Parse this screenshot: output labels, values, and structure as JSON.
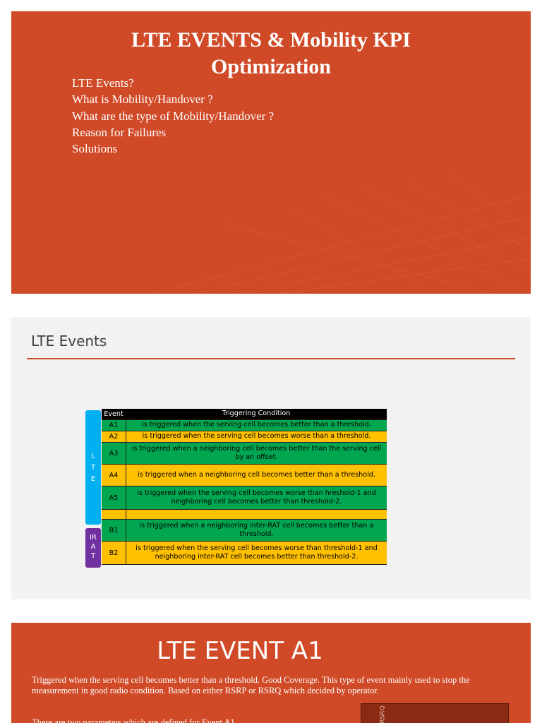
{
  "slide1": {
    "title_line1": "LTE EVENTS & Mobility KPI",
    "title_line2": "Optimization",
    "bullets": [
      "LTE Events?",
      "What is Mobility/Handover ?",
      "What are the type of Mobility/Handover ?",
      "Reason for Failures",
      "Solutions"
    ]
  },
  "slide2": {
    "heading": "LTE Events",
    "table": {
      "headers": [
        "Event",
        "Triggering Condition"
      ],
      "rows": [
        {
          "event": "A1",
          "condition": "is triggered when the serving cell becomes better than a threshold."
        },
        {
          "event": "A2",
          "condition": "is triggered when the serving cell becomes worse than a threshold."
        },
        {
          "event": "A3",
          "condition": "is triggered when a neighboring cell becomes better than the serving cell by an offset."
        },
        {
          "event": "A4",
          "condition": "is triggered when a neighboring cell becomes better than a threshold."
        },
        {
          "event": "A5",
          "condition": "is triggered when the serving cell becomes worse than hreshold-1 and neighboring cell becomes better than threshold-2."
        },
        {
          "event": "",
          "condition": ""
        },
        {
          "event": "B1",
          "condition": "is triggered when a neighboring inter-RAT cell becomes better than a threshold."
        },
        {
          "event": "B2",
          "condition": "is triggered when the serving cell becomes worse than threshold-1 and neighboring inter-RAT cell becomes better than threshold-2."
        }
      ]
    },
    "lte_label": [
      "L",
      "T",
      "E"
    ],
    "irat_label": [
      "IR",
      "A",
      "T"
    ]
  },
  "slide3": {
    "title": "LTE EVENT A1",
    "body": "Triggered when the serving cell becomes better than a threshold. Good Coverage. This type of event mainly used to stop the measurement in good radio condition. Based on either RSRP or RSRQ which decided by operator.",
    "extra": "There are two parameters which are defined for Event A1",
    "image_label": "RSRQ"
  },
  "colors": {
    "slide_orange": "#d04a27",
    "table_green": "#00a650",
    "table_yellow": "#ffc000",
    "lte_blue": "#00b0f0",
    "irat_purple": "#7030a0"
  }
}
